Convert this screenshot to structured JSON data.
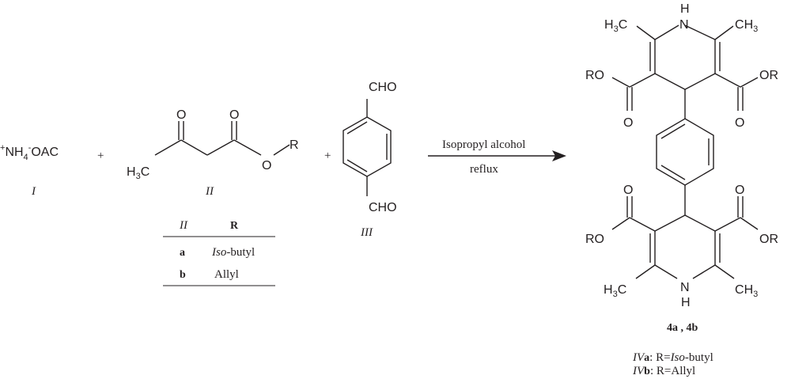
{
  "reagent_I": {
    "charge_plus": "+",
    "cation": "NH",
    "cation_sub": "4",
    "charge_minus": "-",
    "anion": "OAC",
    "label": "I"
  },
  "plus_sign": "+",
  "reagent_II": {
    "carbonyl_o1": "O",
    "carbonyl_o2": "O",
    "methyl": "H",
    "methyl_sub": "3",
    "methyl_c": "C",
    "ester_o": "O",
    "r": "R",
    "label": "II"
  },
  "table_II": {
    "headers": [
      "II",
      "R"
    ],
    "rows": [
      {
        "key": "a",
        "value_italic": "Iso",
        "value_rest": "-butyl"
      },
      {
        "key": "b",
        "value_italic": "",
        "value_rest": "Allyl"
      }
    ]
  },
  "reagent_III": {
    "cho_top": "CHO",
    "cho_bottom": "CHO",
    "label": "III"
  },
  "arrow": {
    "above": "Isopropyl alcohol",
    "below": "reflux"
  },
  "product": {
    "nh_top_h": "H",
    "nh_top_n": "N",
    "nh_bottom_n": "N",
    "nh_bottom_h": "H",
    "ch3_h": "H",
    "ch3_3": "3",
    "ch3_c": "C",
    "ro": "RO",
    "or": "OR",
    "o": "O",
    "compound_label": "4a , 4b",
    "legend": [
      {
        "id_italic": "IV",
        "id_bold": "a",
        "text_pre": ": R=",
        "text_italic": "Iso",
        "text_post": "-butyl"
      },
      {
        "id_italic": "IV",
        "id_bold": "b",
        "text_pre": ": R=",
        "text_italic": "",
        "text_post": "Allyl"
      }
    ]
  }
}
